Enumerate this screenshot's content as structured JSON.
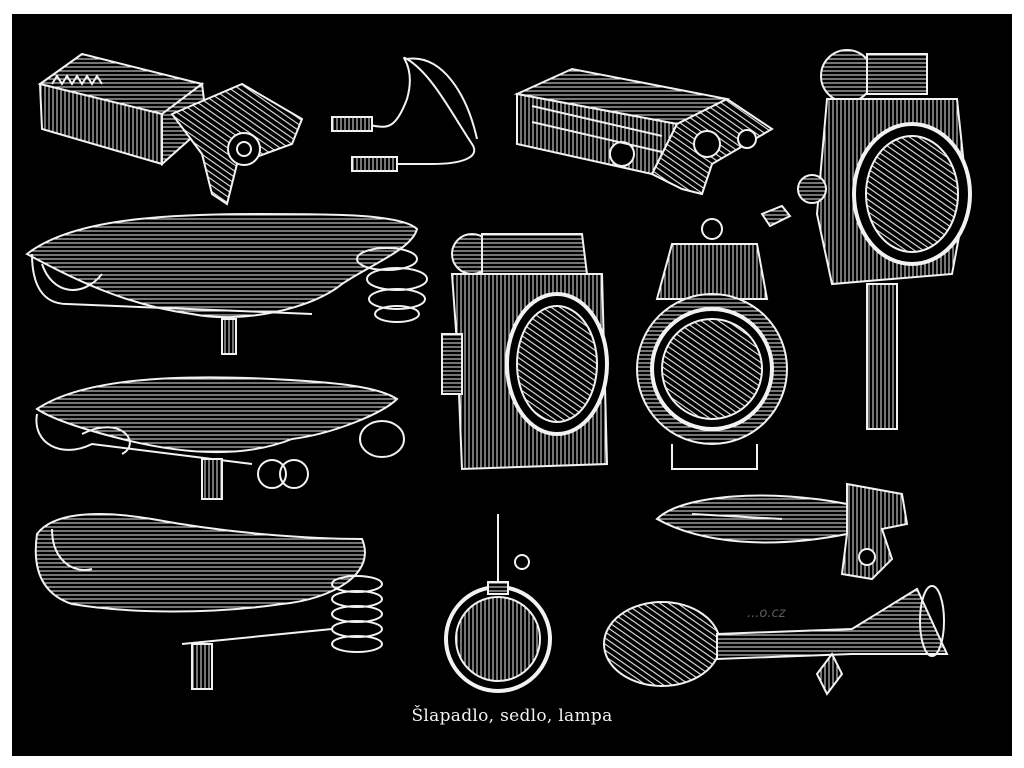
{
  "caption": "Šlapadlo, sedlo, lampa",
  "watermark": "...o.cz",
  "colors": {
    "ink": "#f2f2f2",
    "background": "#000000",
    "page": "#ffffff"
  },
  "items": [
    "pedal-1",
    "pedal-2",
    "brake-cable",
    "saddle-coil-spring",
    "saddle-open-frame",
    "saddle-long-spring",
    "carbide-lamp",
    "lantern-round",
    "headlamp-with-mount",
    "oil-can",
    "adjustable-wrench",
    "bulb-horn"
  ]
}
